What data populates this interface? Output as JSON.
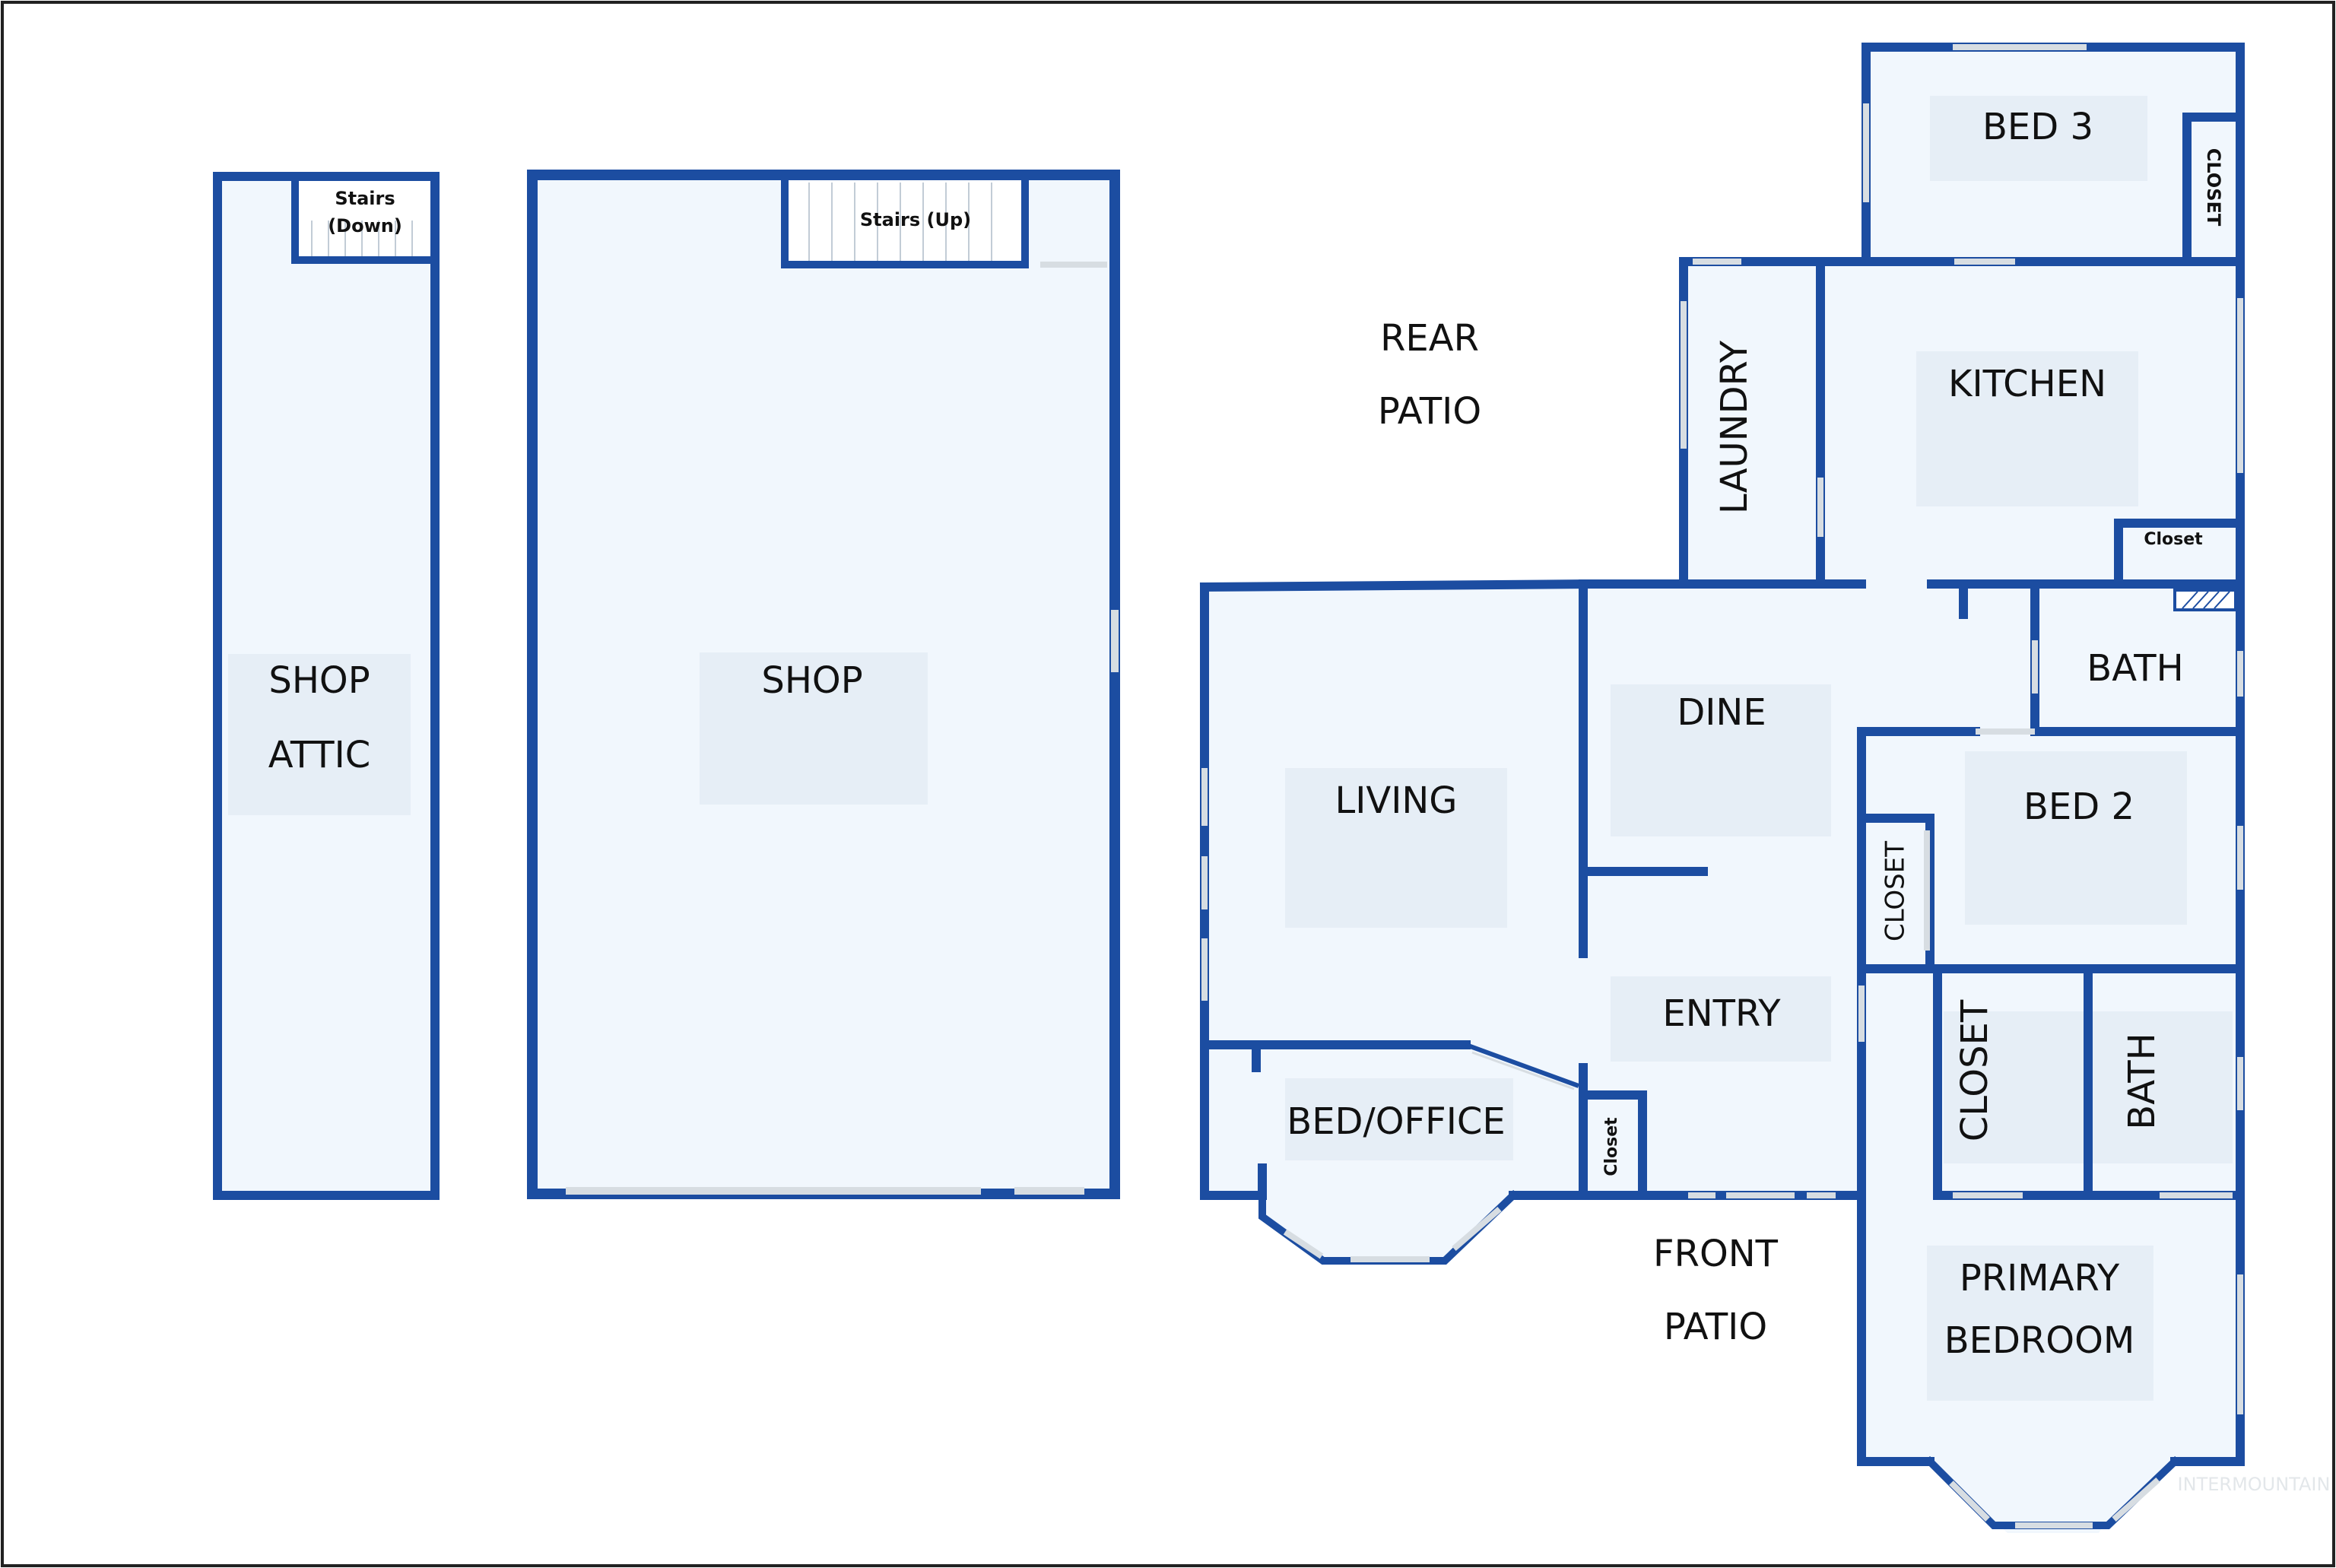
{
  "plan": {
    "colors": {
      "wall": "#1c4da1",
      "room_fill": "#f1f7fd",
      "label_bg": "#e6eef6",
      "window": "#d7dde2",
      "frame": "#222222"
    },
    "labels": {
      "shop_attic_1": "SHOP",
      "shop_attic_2": "ATTIC",
      "stairs_down_1": "Stairs",
      "stairs_down_2": "(Down)",
      "shop": "SHOP",
      "stairs_up": "Stairs (Up)",
      "rear_patio_1": "REAR",
      "rear_patio_2": "PATIO",
      "bed3": "BED 3",
      "closet_bed3": "CLOSET",
      "laundry": "LAUNDRY",
      "kitchen": "KITCHEN",
      "closet_kitchen": "Closet",
      "bath_upper": "BATH",
      "dine": "DINE",
      "living": "LIVING",
      "bed2": "BED 2",
      "closet_bed2": "CLOSET",
      "entry": "ENTRY",
      "closet_primary": "CLOSET",
      "bath_lower": "BATH",
      "bed_office": "BED/OFFICE",
      "closet_entry": "Closet",
      "front_patio_1": "FRONT",
      "front_patio_2": "PATIO",
      "primary_1": "PRIMARY",
      "primary_2": "BEDROOM",
      "watermark": "INTERMOUNTAIN"
    }
  }
}
